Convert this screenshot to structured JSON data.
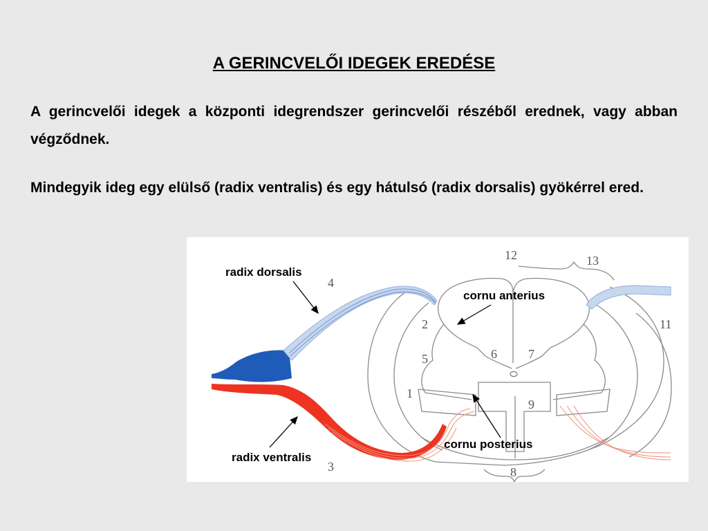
{
  "slide": {
    "title": "A GERINCVELŐI IDEGEK EREDÉSE",
    "paragraph1": "A gerincvelői idegek a központi idegrendszer gerincvelői részéből erednek, vagy abban végződnek.",
    "paragraph2": "Mindegyik ideg egy elülső (radix ventralis) és egy hátulsó (radix dorsalis) gyökérrel ered."
  },
  "figure": {
    "labels": {
      "radix_dorsalis": "radix dorsalis",
      "cornu_anterius": "cornu anterius",
      "cornu_posterius": "cornu posterius",
      "radix_ventralis": "radix ventralis"
    },
    "numbers": {
      "n1": "1",
      "n2": "2",
      "n3": "3",
      "n4": "4",
      "n5": "5",
      "n6": "6",
      "n7": "7",
      "n8": "8",
      "n9": "9",
      "n11": "11",
      "n12": "12",
      "n13": "13"
    },
    "colors": {
      "dorsal_root": "#1f5bb8",
      "ventral_root": "#ee3322",
      "dorsal_fiber": "#8fb0dc",
      "ventral_fiber": "#f0907a"
    }
  }
}
